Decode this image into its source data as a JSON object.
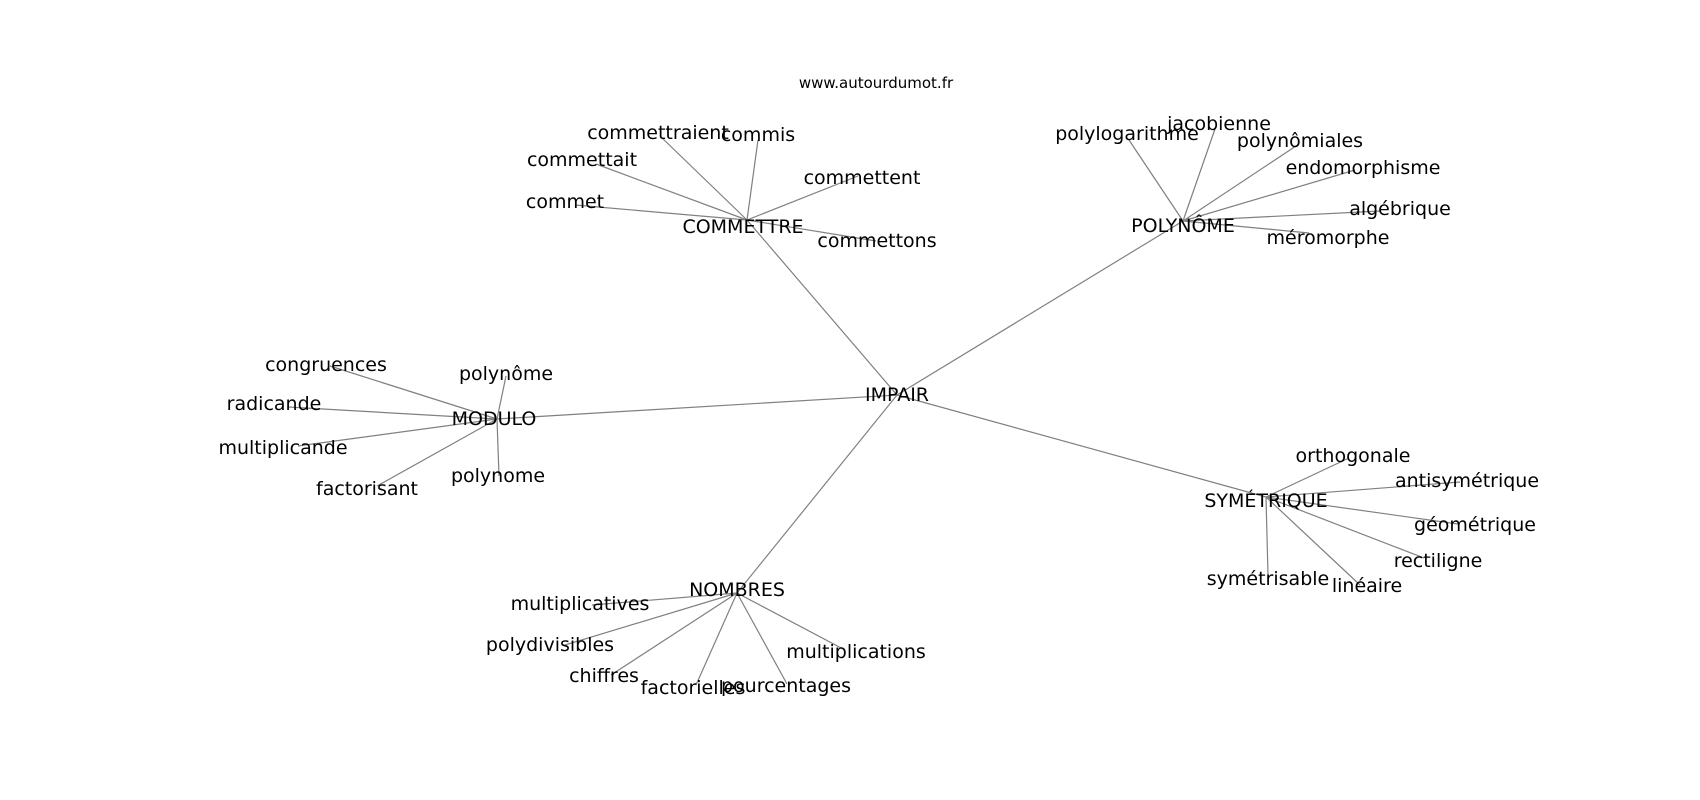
{
  "source": "www.autourdumot.fr",
  "center": "IMPAIR",
  "clusters": [
    {
      "hub": "COMMETTRE",
      "leaves": [
        "commettraient",
        "commis",
        "commettait",
        "commettent",
        "commet",
        "commettons"
      ]
    },
    {
      "hub": "POLYNÔME",
      "leaves": [
        "polylogarithme",
        "jacobienne",
        "polynômiales",
        "endomorphisme",
        "algébrique",
        "méromorphe"
      ]
    },
    {
      "hub": "MODULO",
      "leaves": [
        "congruences",
        "polynôme",
        "radicande",
        "multiplicande",
        "factorisant",
        "polynome"
      ]
    },
    {
      "hub": "SYMÉTRIQUE",
      "leaves": [
        "orthogonale",
        "antisymétrique",
        "géométrique",
        "rectiligne",
        "symétrisable",
        "linéaire"
      ]
    },
    {
      "hub": "NOMBRES",
      "leaves": [
        "multiplicatives",
        "polydivisibles",
        "chiffres",
        "factorielles",
        "pourcentages",
        "multiplications"
      ]
    }
  ]
}
